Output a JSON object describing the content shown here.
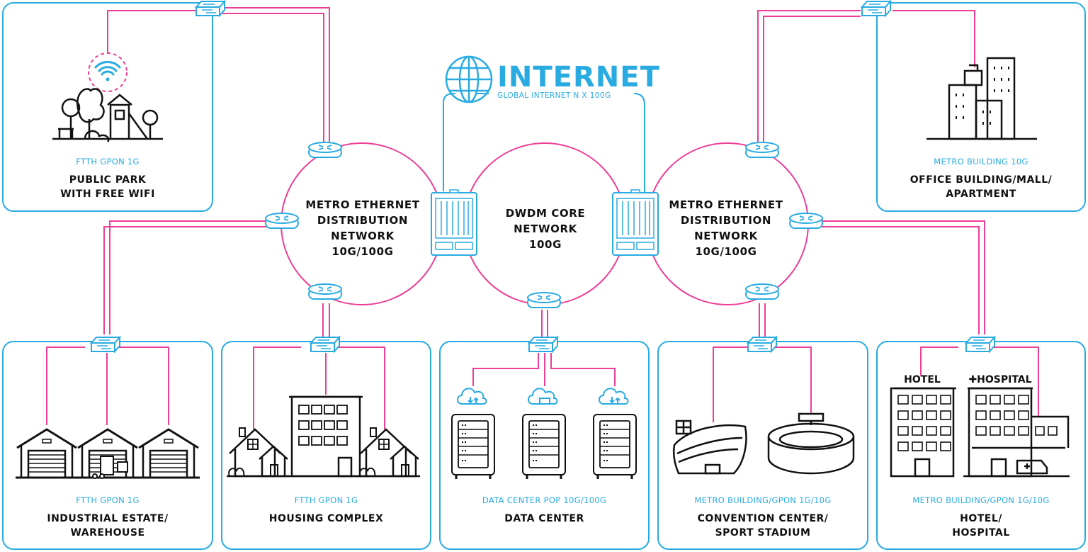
{
  "internet": {
    "title": "INTERNET",
    "subtitle": "GLOBAL INTERNET N X 100G"
  },
  "rings": {
    "left": "METRO ETHERNET\nDISTRIBUTION\nNETWORK\n10G/100G",
    "core": "DWDM CORE\nNETWORK\n100G",
    "right": "METRO ETHERNET\nDISTRIBUTION\nNETWORK\n10G/100G"
  },
  "boxes": {
    "park": {
      "sub": "FTTH GPON 1G",
      "main": "PUBLIC PARK\nWITH FREE WIFI"
    },
    "office": {
      "sub": "METRO BUILDING 10G",
      "main": "OFFICE BUILDING/MALL/\nAPARTMENT"
    },
    "industrial": {
      "sub": "FTTH GPON 1G",
      "main": "INDUSTRIAL ESTATE/\nWAREHOUSE"
    },
    "housing": {
      "sub": "FTTH GPON 1G",
      "main": "HOUSING COMPLEX"
    },
    "datacenter": {
      "sub": "DATA CENTER POP 10G/100G",
      "main": "DATA CENTER"
    },
    "convention": {
      "sub": "METRO BUILDING/GPON 1G/10G",
      "main": "CONVENTION CENTER/\nSPORT STADIUM"
    },
    "hotel": {
      "sub": "METRO BUILDING/GPON 1G/10G",
      "main": "HOTEL/\nHOSPITAL",
      "sign_hotel": "HOTEL",
      "sign_hospital": "HOSPITAL"
    }
  },
  "colors": {
    "accent": "#29abe2",
    "link": "#ec3f96",
    "ink": "#111111"
  }
}
